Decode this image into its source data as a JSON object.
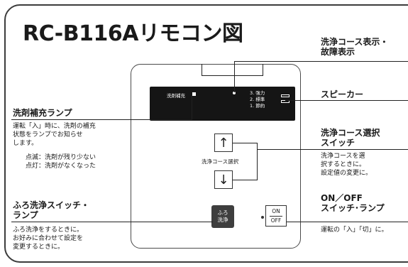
{
  "title": "RC-B116Aリモコン図",
  "display": {
    "lamp_label": "洗剤補充",
    "course_list": [
      "3. 強力",
      "2. 標準",
      "1. 節約"
    ]
  },
  "remote": {
    "up_arrow": "↑",
    "down_arrow": "↓",
    "select_label": "洗浄コース選択",
    "furo_button": "ふろ\n洗浄",
    "on_label": "ON",
    "off_label": "OFF"
  },
  "callouts": {
    "course_display": {
      "title_lines": [
        "洗浄コース表示・",
        "故障表示"
      ]
    },
    "speaker": {
      "title": "スピーカー"
    },
    "detergent_lamp": {
      "title": "洗剤補充ランプ",
      "lines": [
        "運転「入」時に、洗剤の補充",
        "状態をランプでお知らせ",
        "します。"
      ],
      "notes": [
        "点滅：洗剤が残り少ない",
        "点灯：洗剤がなくなった"
      ]
    },
    "course_select": {
      "title_lines": [
        "洗浄コース選択",
        "スイッチ"
      ],
      "lines": [
        "洗浄コースを選",
        "択するときに。",
        "設定値の変更に。"
      ]
    },
    "furo_switch": {
      "title_lines": [
        "ふろ洗浄スイッチ・",
        "ランプ"
      ],
      "lines": [
        "ふろ洗浄をするときに。",
        "お好みに合わせて設定を",
        "変更するときに。"
      ]
    },
    "onoff": {
      "title_lines": [
        "ON／OFF",
        "スイッチ･ランプ"
      ],
      "lines": [
        "運転の「入」「切」に。"
      ]
    }
  },
  "colors": {
    "display_bg": "#151515",
    "button_dark": "#3e3e3e",
    "line": "#222222"
  }
}
